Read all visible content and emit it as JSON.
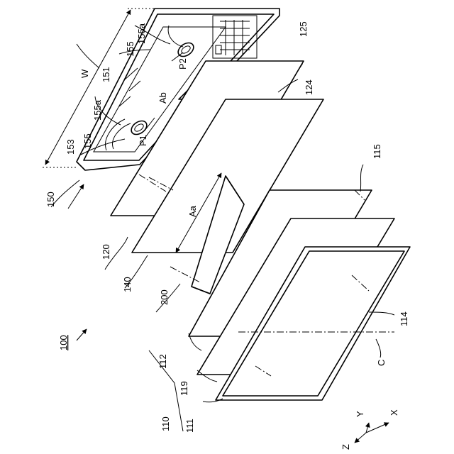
{
  "labels": {
    "assembly": "100",
    "display_panel": "110",
    "front_cover": "111",
    "panel_layer_a": "112",
    "panel_layer_b": "119",
    "surface_114": "114",
    "layer_115": "115",
    "plate_120": "120",
    "plate_124": "124",
    "plate_125": "125",
    "sheet_140": "140",
    "rear_case": "150",
    "rear_wall": "151",
    "rim": "153",
    "speaker_upper": "155",
    "speaker_lower": "155",
    "speaker_upper_a": "155a",
    "speaker_lower_a": "155a",
    "module": "200",
    "point_p1": "P1",
    "point_p2": "P2",
    "area_aa": "Aa",
    "area_ab": "Ab",
    "width": "W",
    "axis_c": "C",
    "x_axis": "X",
    "y_axis": "Y",
    "z_axis": "Z"
  }
}
